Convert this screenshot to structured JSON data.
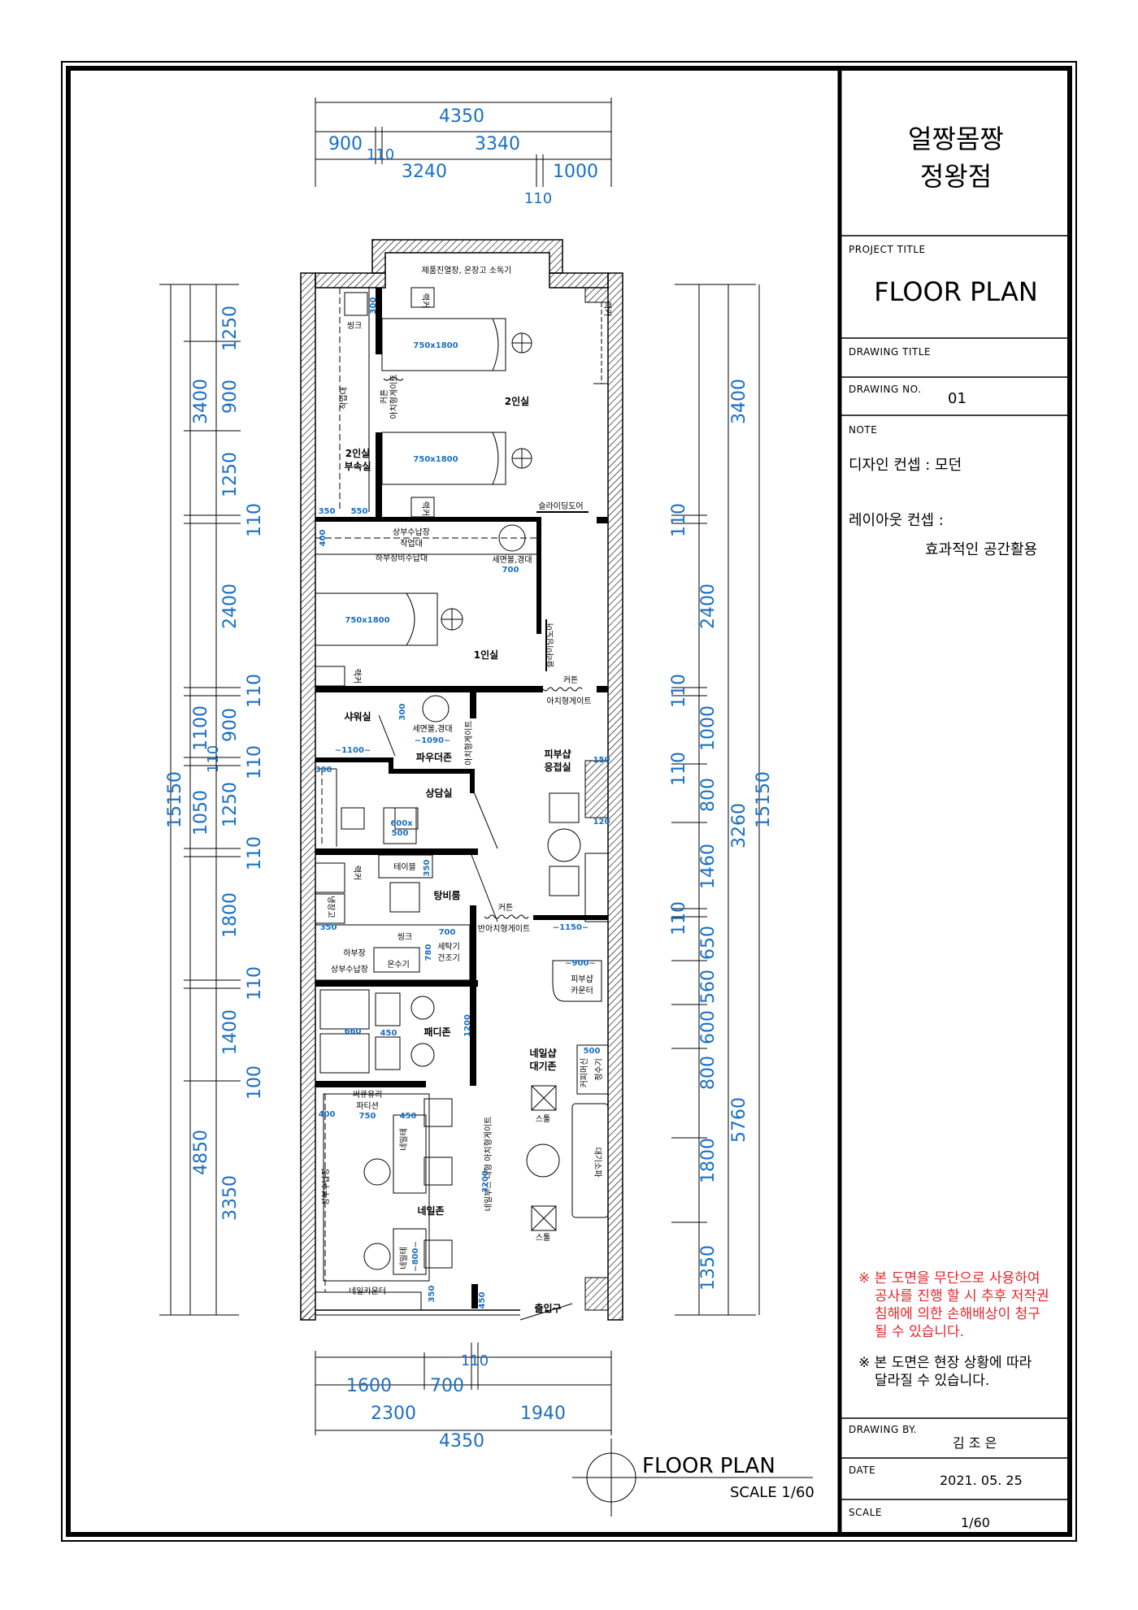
{
  "title_block": {
    "store_name_line1": "얼짱몸짱",
    "store_name_line2": "정왕점",
    "project_title_label": "PROJECT TITLE",
    "project_title": "FLOOR PLAN",
    "drawing_title_label": "DRAWING TITLE",
    "drawing_no_label": "DRAWING NO.",
    "drawing_no": "01",
    "note_label": "NOTE",
    "note_design": "디자인 컨셉 : 모던",
    "note_layout": "레이아웃 컨셉 :",
    "note_layout_value": "효과적인 공간활용",
    "warning_lines": [
      "※ 본 도면을 무단으로 사용하여",
      "공사를 진행 할 시 추후 저작권",
      "침해에 의한 손해배상이 청구",
      "될 수 있습니다."
    ],
    "notice_lines": [
      "※ 본 도면은 현장 상황에 따라",
      "달라질 수 있습니다."
    ],
    "drawing_by_label": "DRAWING BY.",
    "drawing_by": "김 조 은",
    "date_label": "DATE",
    "date": "2021. 05. 25",
    "scale_label": "SCALE",
    "scale": "1/60"
  },
  "plan_caption": {
    "title": "FLOOR PLAN",
    "scale": "SCALE 1/60"
  },
  "dimensions": {
    "top": [
      "4350",
      "900",
      "110",
      "3340",
      "3240",
      "1000",
      "110"
    ],
    "bottom": [
      "110",
      "1600",
      "700",
      "2300",
      "1940",
      "4350"
    ],
    "left_outer": [
      "1250",
      "900",
      "1250",
      "110",
      "2400",
      "110",
      "900",
      "110",
      "1250",
      "110",
      "1800",
      "110",
      "1400",
      "100",
      "3350"
    ],
    "left_mid": [
      "3400",
      "1100",
      "1050",
      "4850"
    ],
    "left_total": "15150",
    "left_small": "110",
    "right_inner": [
      "110",
      "2400",
      "110",
      "1000",
      "110",
      "800",
      "1460",
      "110",
      "650",
      "560",
      "600",
      "800",
      "1800",
      "1350"
    ],
    "right_mid": [
      "3400",
      "3260",
      "5760"
    ],
    "right_total": "15150"
  },
  "rooms": {
    "display": "제품진열장, 온장고 소독기",
    "room2": "2인실",
    "room2_annex_1": "2인실",
    "room2_annex_2": "부속실",
    "sink": "씽크",
    "rack": "랙커",
    "bed": "750x1800",
    "curtain": "커튼",
    "arch_gate": "아치형게이트",
    "sliding_door": "슬라이딩도어",
    "upper_storage": "상부수납장",
    "work_table": "작업대",
    "lower_storage": "하부장비수납대",
    "vanity": "세면볼,경대",
    "room1": "1인실",
    "shower": "샤워실",
    "powder": "파우더존",
    "consult": "상담실",
    "table_600": "600x",
    "table_500": "500",
    "table": "테이블",
    "pantry": "탕비룸",
    "fridge": "냉장고",
    "washer": "세탁기",
    "dryer": "건조기",
    "water": "온수기",
    "skin_reception_1": "피부샵",
    "skin_reception_2": "응접실",
    "skin_counter_1": "피부샵",
    "skin_counter_2": "카운터",
    "half_arch": "반아치형게이트",
    "pedi": "패디존",
    "nail_wait_1": "네일샵",
    "nail_wait_2": "대기존",
    "stool": "스툴",
    "sofa": "대기소파",
    "glass_partition_1": "써큐유리",
    "glass_partition_2": "파티션",
    "nail_table": "네일테",
    "nail_zone": "네일존",
    "nail_counter": "네일카운터",
    "entrance": "출입구",
    "nail_booth": "네일부스 대형 아치형게이트",
    "lower_cab": "하부장",
    "upper_cab": "상부수납장",
    "coffee": "커피머신",
    "purifier": "정수기"
  },
  "blue_labels": {
    "d300": "300",
    "d350": "350",
    "d550": "550",
    "d400": "400",
    "d700": "700",
    "d1100": "~1100~",
    "d1090": "~1090~",
    "d150": "150",
    "d120": "120",
    "d780": "780",
    "d1150": "~1150~",
    "d900": "~900~",
    "d1200": "1200",
    "d450": "450",
    "d660": "660",
    "d750": "750",
    "d3200": "3200",
    "d500": "500",
    "d800": "~800~"
  }
}
